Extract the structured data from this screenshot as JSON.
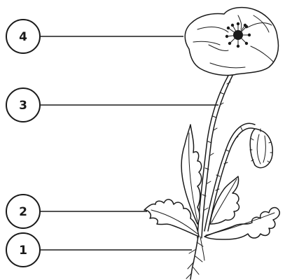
{
  "labels": [
    {
      "id": "1",
      "text": "1"
    },
    {
      "id": "2",
      "text": "2"
    },
    {
      "id": "3",
      "text": "3"
    },
    {
      "id": "4",
      "text": "4"
    }
  ],
  "colors": {
    "ink": "#1a1a1a",
    "background": "#ffffff"
  }
}
